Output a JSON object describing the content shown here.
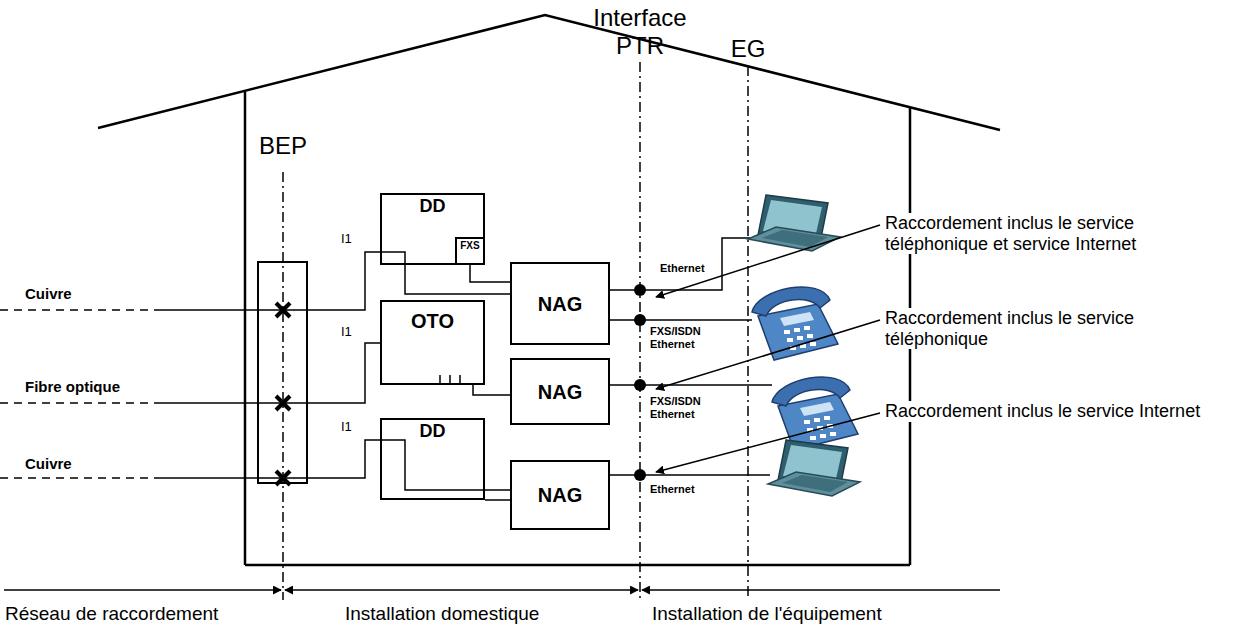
{
  "diagram": {
    "nodes": [
      {
        "text": [
          "DD"
        ]
      },
      {
        "text": [
          "FXS"
        ],
        "in": 0
      },
      {
        "text": [
          "NAG"
        ]
      },
      {
        "text": [
          "OTO"
        ]
      },
      {
        "text": [
          "NAG"
        ]
      },
      {
        "text": [
          "DD"
        ]
      },
      {
        "text": [
          "NAG"
        ]
      }
    ],
    "edges": [
      {
        "from": 0,
        "to": 2,
        "arrow": "none"
      },
      {
        "from": 1,
        "to": 2,
        "arrow": "none"
      },
      {
        "from": 3,
        "to": 4,
        "arrow": "none"
      },
      {
        "from": 5,
        "to": 6,
        "arrow": "none"
      }
    ],
    "labels": [
      "BEP",
      "Interface PTR",
      "EG",
      "I1",
      "I1",
      "I1",
      "Cuivre",
      "Fibre optique",
      "Cuivre",
      "Ethernet",
      "FXS/ISDN Ethernet",
      "FXS/ISDN Ethernet",
      "Ethernet",
      "Raccordement inclus le service téléphonique et service Internet",
      "Raccordement inclus le service téléphonique",
      "Raccordement inclus le service Internet",
      "Réseau de raccordement",
      "Installation domestique",
      "Installation de l'équipement"
    ]
  }
}
